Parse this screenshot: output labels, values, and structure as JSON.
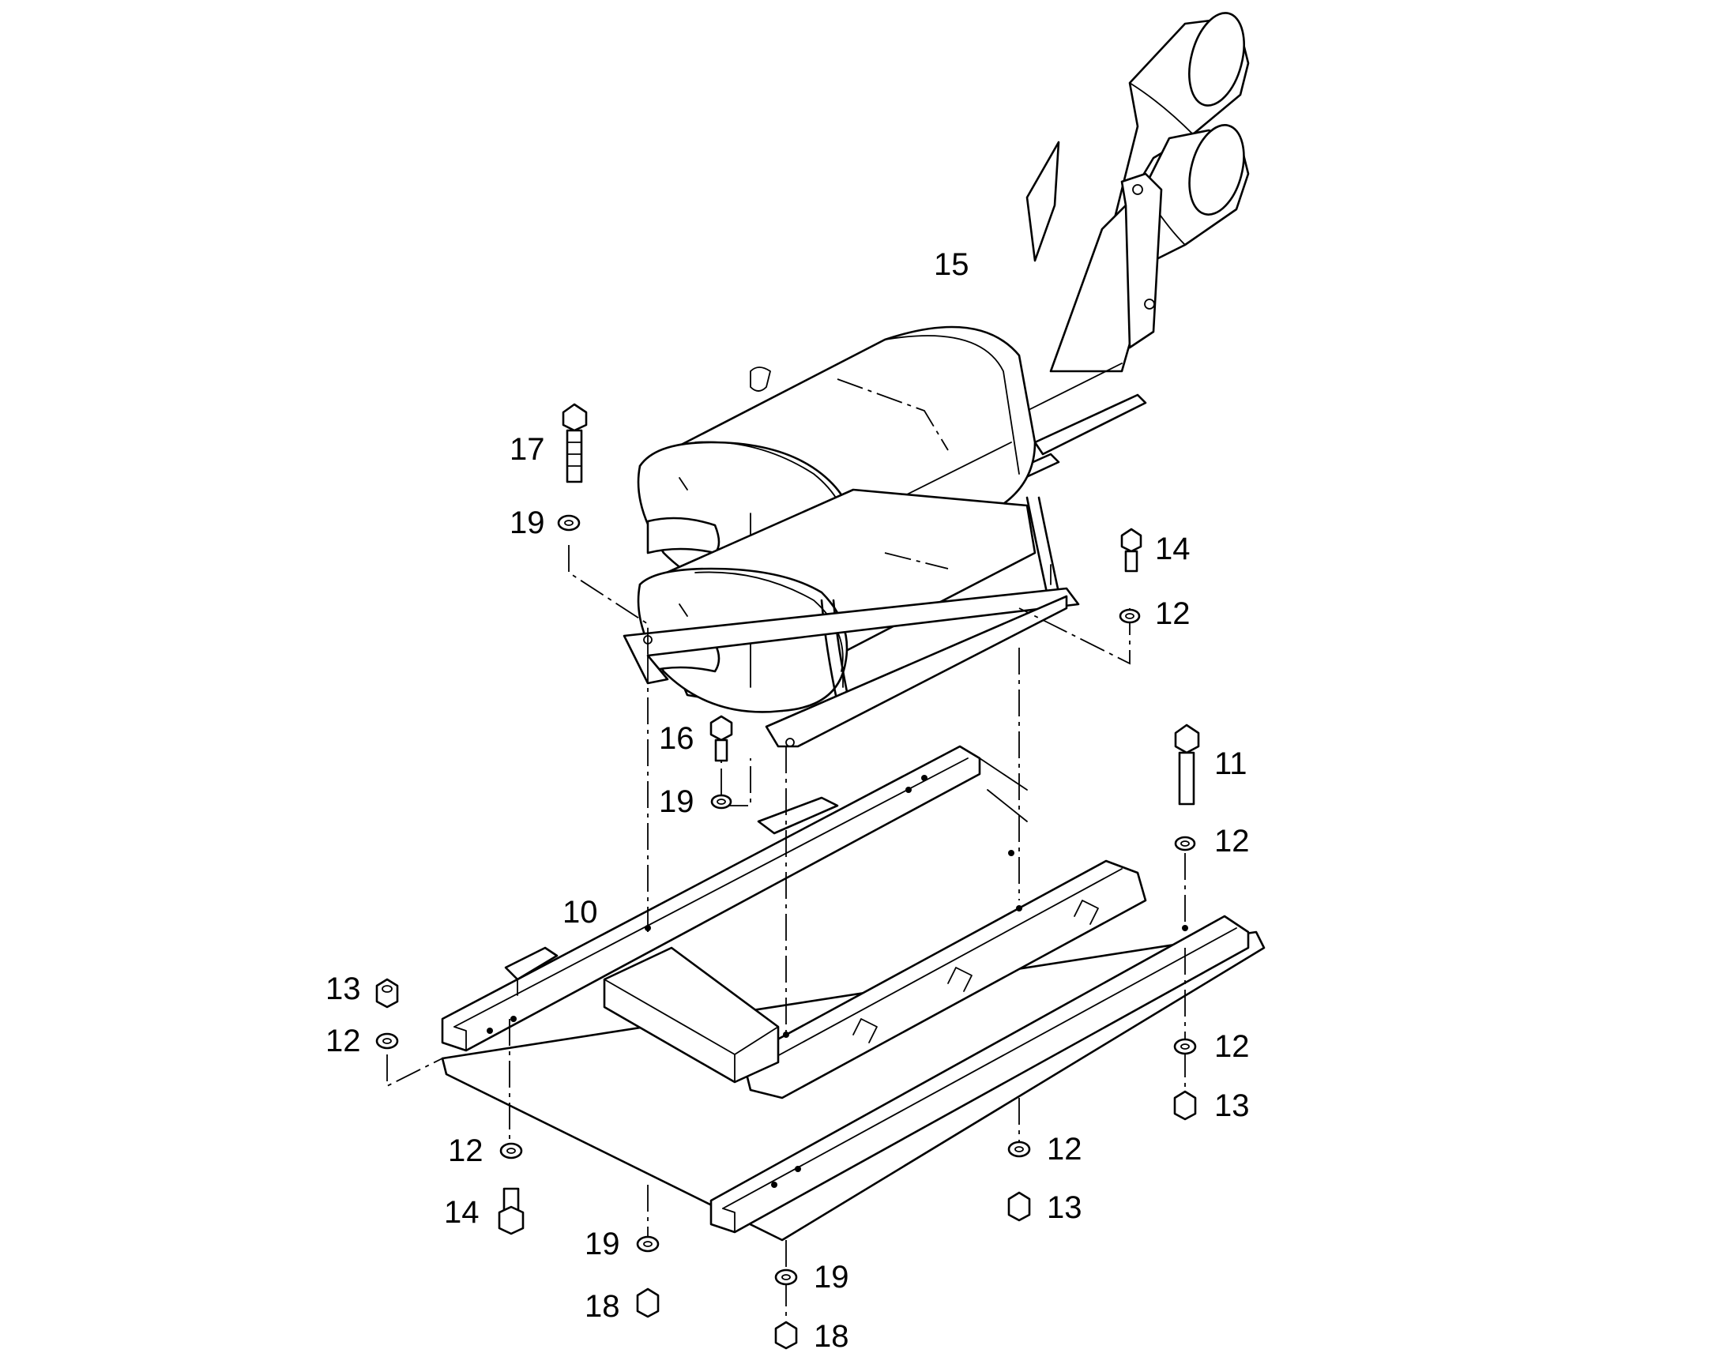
{
  "callouts": {
    "c10": "10",
    "c11": "11",
    "c12": "12",
    "c13": "13",
    "c14": "14",
    "c15": "15",
    "c16": "16",
    "c17": "17",
    "c18": "18",
    "c19": "19"
  },
  "colors": {
    "line": "#000000",
    "background": "#ffffff"
  }
}
